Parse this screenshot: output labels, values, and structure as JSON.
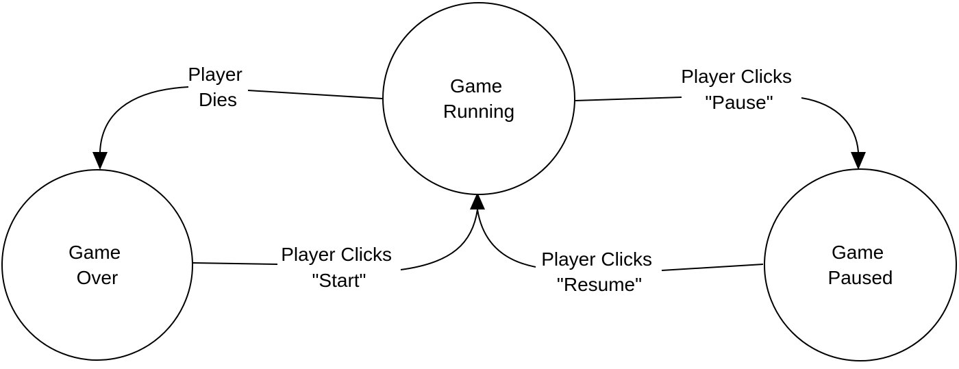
{
  "diagram": {
    "states": {
      "running": {
        "line1": "Game",
        "line2": "Running"
      },
      "over": {
        "line1": "Game",
        "line2": "Over"
      },
      "paused": {
        "line1": "Game",
        "line2": "Paused"
      }
    },
    "transitions": {
      "dies": {
        "line1": "Player",
        "line2": "Dies"
      },
      "pause": {
        "line1": "Player Clicks",
        "line2": "\"Pause\""
      },
      "start": {
        "line1": "Player Clicks",
        "line2": "\"Start\""
      },
      "resume": {
        "line1": "Player Clicks",
        "line2": "\"Resume\""
      }
    }
  }
}
